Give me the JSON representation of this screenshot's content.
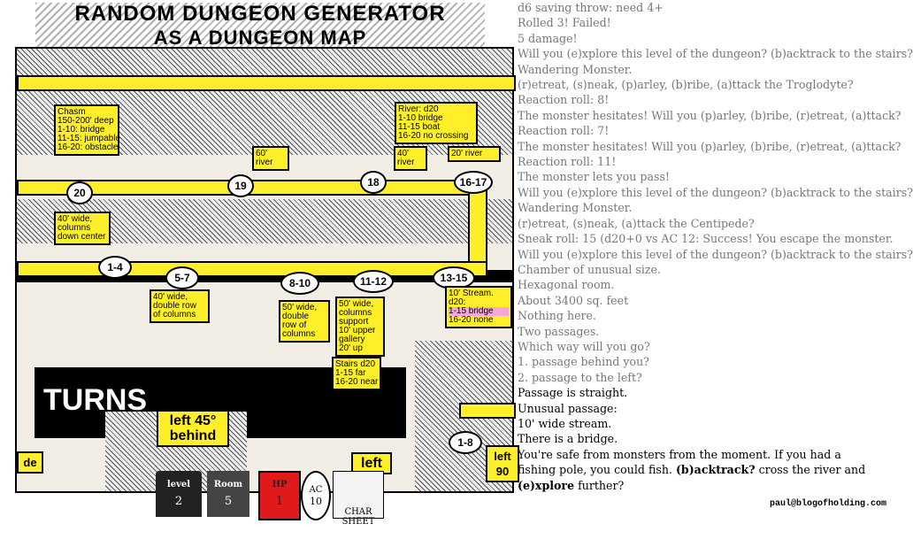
{
  "banner": {
    "title_line1": "RANDOM DUNGEON GENERATOR",
    "title_line2": "AS A DUNGEON MAP"
  },
  "map": {
    "nodes": [
      "20",
      "19",
      "18",
      "16-17",
      "1-4",
      "5-7",
      "8-10",
      "11-12",
      "13-15",
      "1-8"
    ],
    "notes": {
      "chasm": "Chasm\n150-200' deep\n1-10: bridge\n11-15: jumpable\n16-20: obstacle",
      "river": "River: d20\n1-10 bridge\n11-15 boat\n16-20 no crossing",
      "river60": "60'\nriver",
      "river40": "40'\nriver",
      "river20": "20' river",
      "wide40": "40' wide,\ncolumns\ndown center",
      "double40": "40' wide,\ndouble row\nof columns",
      "double50": "50' wide,\ndouble\nrow of\ncolumns",
      "gallery": "50' wide,\ncolumns\nsupport\n10' upper\ngallery\n20' up",
      "stairs": "Stairs d20\n1-15 far\n16-20 near",
      "stream_title": "10' Stream.\nd20:",
      "stream_bridge": "1-15 bridge",
      "stream_none": "16-20 none"
    },
    "turns_label": "TURNS",
    "left45": "left 45°\nbehind",
    "left": "left",
    "left90": "left\n90",
    "partial": "de"
  },
  "status": {
    "level_label": "level",
    "level_value": "2",
    "room_label": "Room",
    "room_value": "5",
    "hp_label": "HP",
    "hp_value": "1",
    "ac_label": "AC",
    "ac_value": "10",
    "char_label": "CHAR\nSHEET"
  },
  "email": "paul@blogofholding.com",
  "log": {
    "lines": [
      "d6 saving throw: need 4+",
      "Rolled 3! Failed!",
      "5 damage!",
      "Will you (e)xplore this level of the dungeon? (b)acktrack to the stairs?",
      "Wandering Monster.",
      "(r)etreat, (s)neak, (p)arley, (b)ribe, (a)ttack the Troglodyte?",
      "Reaction roll: 8!",
      "The monster hesitates! Will you (p)arley, (b)ribe, (r)etreat, (a)ttack?",
      "Reaction roll: 7!",
      "The monster hesitates! Will you (p)arley, (b)ribe, (r)etreat, (a)ttack?",
      "Reaction roll: 11!",
      "The monster lets you pass!",
      "Will you (e)xplore this level of the dungeon? (b)acktrack to the stairs?",
      "Wandering Monster.",
      "(r)etreat, (s)neak, (a)ttack the Centipede?",
      "Sneak roll: 15 (d20+0 vs AC 12: Success! You escape the monster.",
      "Will you (e)xplore this level of the dungeon? (b)acktrack to the stairs?",
      "Chamber of unusual size.",
      "Hexagonal room.",
      "About 3400 sq. feet",
      "Nothing here.",
      "Two passages.",
      "Which way will you go?",
      "1.  passage behind you?",
      "2.  passage to the left?"
    ],
    "current": [
      "Passage is straight.",
      "Unusual passage:",
      "10' wide stream.",
      "There is a bridge."
    ],
    "final_text_1": "You're safe from monsters from the moment. If you had a fishing pole, you could fish. ",
    "final_bold_1": "(b)acktrack?",
    "final_text_2": " cross the river and ",
    "final_bold_2": "(e)xplore",
    "final_text_3": " further?"
  }
}
